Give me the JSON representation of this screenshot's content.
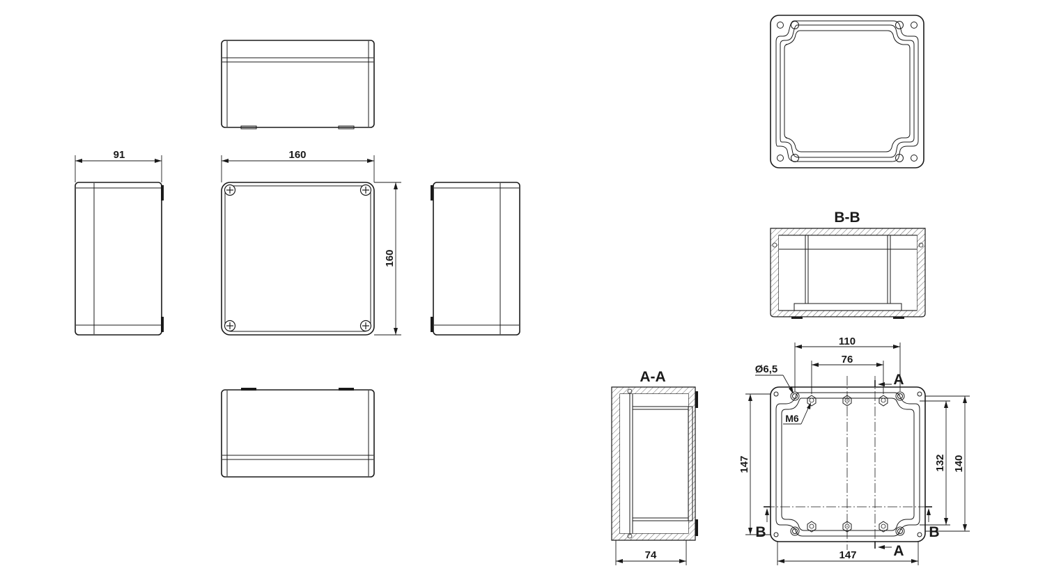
{
  "dimensions": {
    "side_view_depth": "91",
    "front_width": "160",
    "front_height": "160",
    "section_a_depth": "74",
    "holes_outer_spacing": "110",
    "holes_inner_spacing": "76",
    "hole_diameter": "Ø6,5",
    "thread_label": "M6",
    "plan_height_left": "147",
    "plan_height_inner": "132",
    "plan_height_outer": "140",
    "plan_width_bottom": "147"
  },
  "section_labels": {
    "section_a_title": "A-A",
    "section_b_title": "B-B",
    "marker_a": "A",
    "marker_b": "B"
  },
  "colors": {
    "line": "#1a1a1a",
    "background": "#ffffff"
  }
}
